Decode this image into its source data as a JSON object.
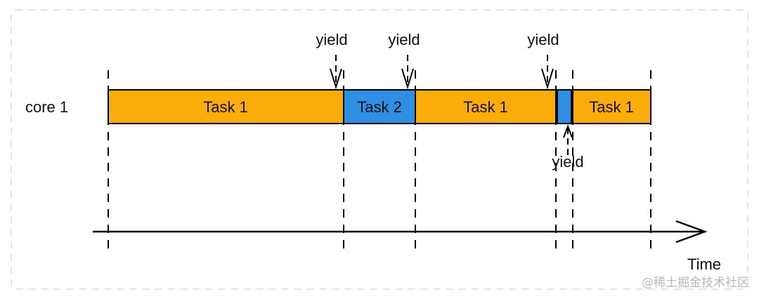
{
  "diagram": {
    "row_label": "core 1",
    "axis_label": "Time",
    "yield_label": "yield",
    "watermark": "@稀土掘金技术社区",
    "colors": {
      "task1": "#F9AC0A",
      "task2": "#2F8FE3",
      "outline": "#000000",
      "frame": "#e4e4e4"
    },
    "segments": [
      {
        "label": "Task 1",
        "task": "task1"
      },
      {
        "label": "Task 2",
        "task": "task2"
      },
      {
        "label": "Task 1",
        "task": "task1"
      },
      {
        "label": "",
        "task": "task2"
      },
      {
        "label": "Task 1",
        "task": "task1"
      }
    ],
    "yield_events": 4
  }
}
